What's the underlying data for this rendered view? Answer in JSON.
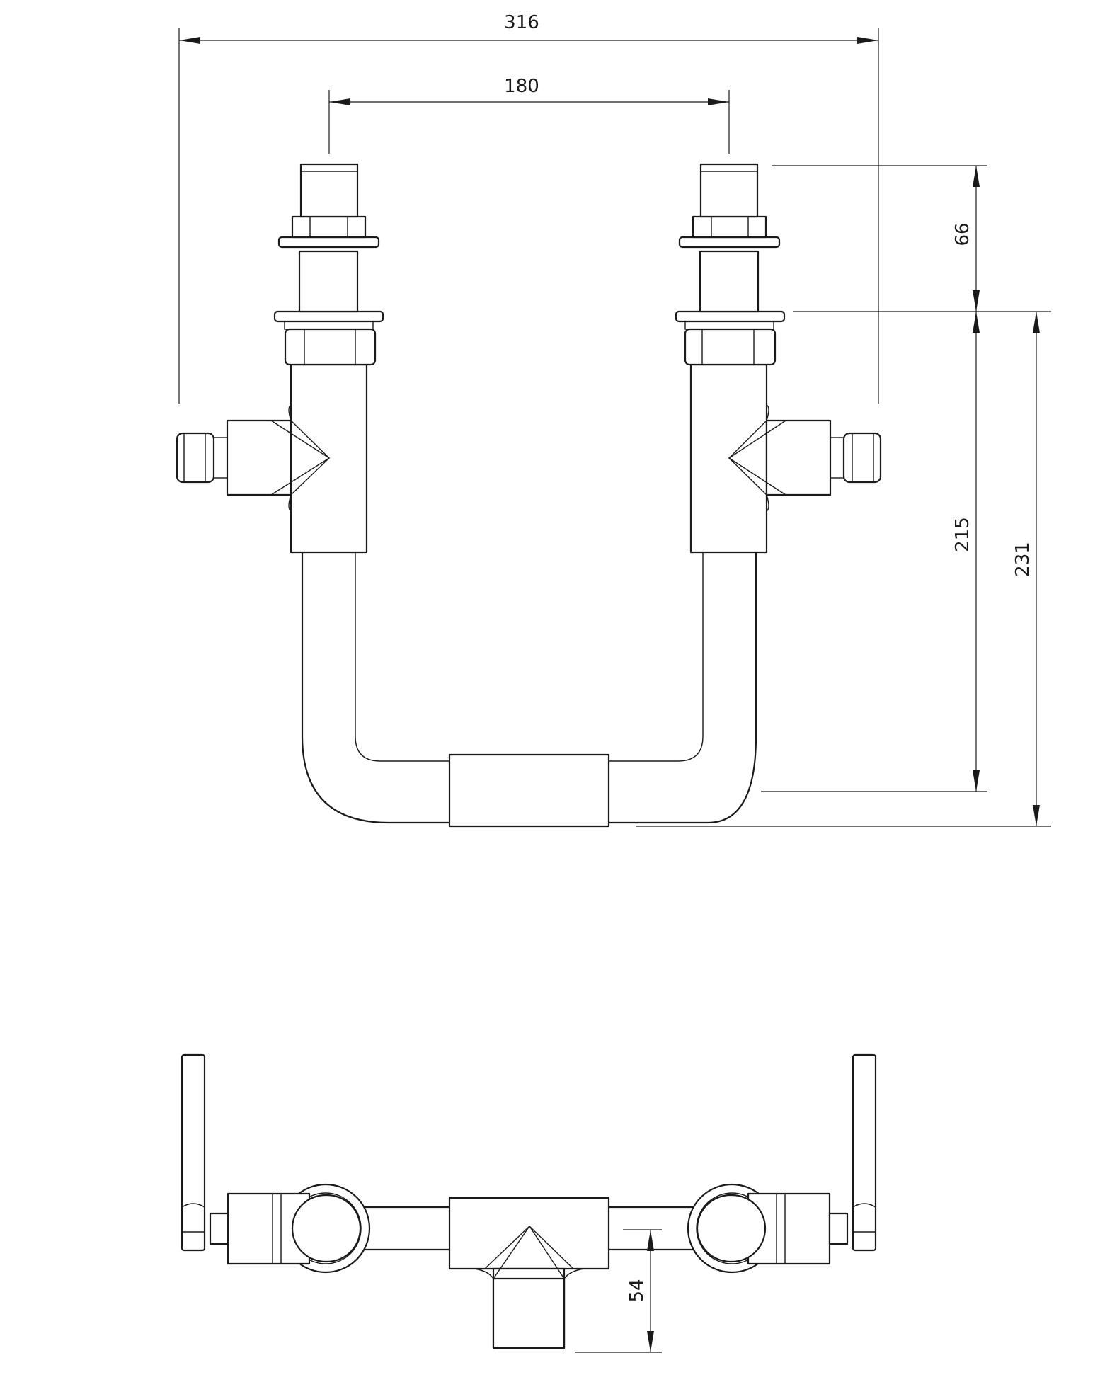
{
  "dimensions": {
    "overall_width": "316",
    "center_distance": "180",
    "spindle_height": "66",
    "body_height": "215",
    "total_height": "231",
    "spout_depth": "54"
  },
  "colors": {
    "line": "#1a1a1a",
    "background": "#ffffff"
  }
}
